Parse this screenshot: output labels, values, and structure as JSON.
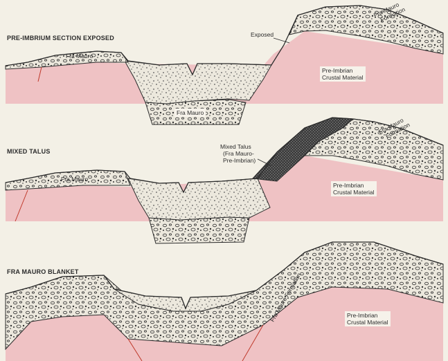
{
  "panels": [
    {
      "heading": "PRE-IMBRIUM SECTION EXPOSED",
      "labels": {
        "exposed": "Exposed",
        "fra_mauro_left": "Fra Mauro",
        "fra_mauro_floor": "Fra Mauro",
        "fra_mauro_formation_line1": "Fra Mauro",
        "fra_mauro_formation_line2": "Formation",
        "crust_line1": "Pre-Imbrian",
        "crust_line2": "Crustal Material"
      }
    },
    {
      "heading": "MIXED TALUS",
      "labels": {
        "talus_line1": "Mixed Talus",
        "talus_line2": "(Fra Mauro-",
        "talus_line3": "Pre-Imbrian)",
        "fra_mauro_left": "Fra Mauro",
        "fra_mauro_formation_line1": "Fra Mauro",
        "fra_mauro_formation_line2": "Formation",
        "crust_line1": "Pre-Imbrian",
        "crust_line2": "Crustal Material"
      }
    },
    {
      "heading": "FRA MAURO BLANKET",
      "labels": {
        "fra_mauro_formation": "Fra Mauro Formation",
        "crust_line1": "Pre-Imbrian",
        "crust_line2": "Crustal Material"
      }
    }
  ],
  "colors": {
    "background": "#f3f0e6",
    "crust": "#efc2c4",
    "sand": "#ece8dd",
    "talus": "#4a4a4a",
    "outline": "#2b2b2b"
  }
}
